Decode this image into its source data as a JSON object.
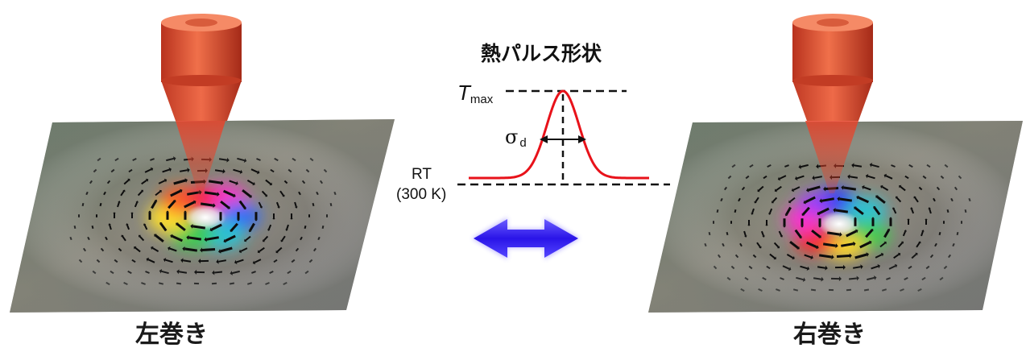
{
  "left_panel": {
    "caption": "左巻き",
    "chirality": "left"
  },
  "right_panel": {
    "caption": "右巻き",
    "chirality": "right"
  },
  "pulse": {
    "title": "熱パルス形状",
    "tmax_symbol": "T",
    "tmax_subscript": "max",
    "sigma_symbol": "σ",
    "sigma_subscript": "d",
    "baseline_label": "RT",
    "baseline_value": "(300 K)",
    "curve_color": "#e8121a"
  },
  "arrow": {
    "color": "#3a1cf0"
  },
  "colors": {
    "laser": "#e8432a",
    "plane": "#6e7a66"
  }
}
